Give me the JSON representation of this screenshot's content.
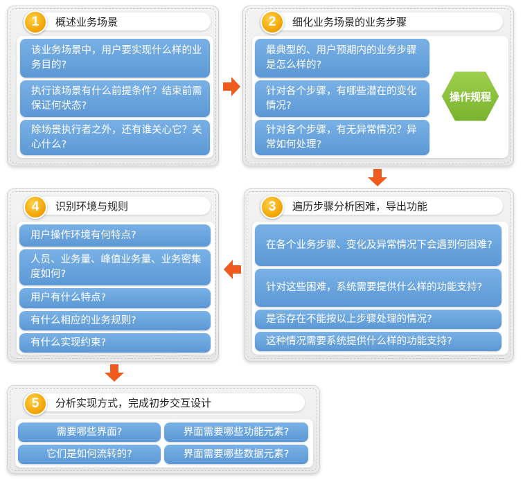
{
  "step1": {
    "number": "1",
    "title": "概述业务场景",
    "items": [
      "该业务场景中，用户要实现什么样的业务目的?",
      "执行该场景有什么前提条件？结束前需保证何状态?",
      "除场景执行者之外，还有谁关心它？关心什么?"
    ]
  },
  "step2": {
    "number": "2",
    "title": "细化业务场景的业务步骤",
    "items": [
      "最典型的、用户预期内的业务步骤是怎么样的?",
      "针对各个步骤，有哪些潜在的变化情况?",
      "针对各个步骤，有无异常情况？异常如何处理?"
    ],
    "badge": "操作规程"
  },
  "step3": {
    "number": "3",
    "title": "遍历步骤分析困难，导出功能",
    "items": [
      "在各个业务步骤、变化及异常情况下会遇到何困难?",
      "针对这些困难，系统需要提供什么样的功能支持?",
      "是否存在不能按以上步骤处理的情况?",
      "这种情况需要系统提供什么样的功能支持?"
    ]
  },
  "step4": {
    "number": "4",
    "title": "识别环境与规则",
    "items": [
      "用户操作环境有何特点?",
      "人员、业务量、峰值业务量、业务密集度如何?",
      "用户有什么特点?",
      "有什么相应的业务规则?",
      "有什么实现约束?"
    ]
  },
  "step5": {
    "number": "5",
    "title": "分析实现方式，完成初步交互设计",
    "items": [
      "需要哪些界面?",
      "界面需要哪些功能元素?",
      "它们是如何流转的?",
      "界面需要哪些数据元素?"
    ]
  },
  "colors": {
    "item_blue": "#6aa6e0",
    "number_orange": "#f5a800",
    "arrow_orange": "#ef5a1e",
    "hex_green": "#8cc63e",
    "panel_gray": "#ececec"
  }
}
